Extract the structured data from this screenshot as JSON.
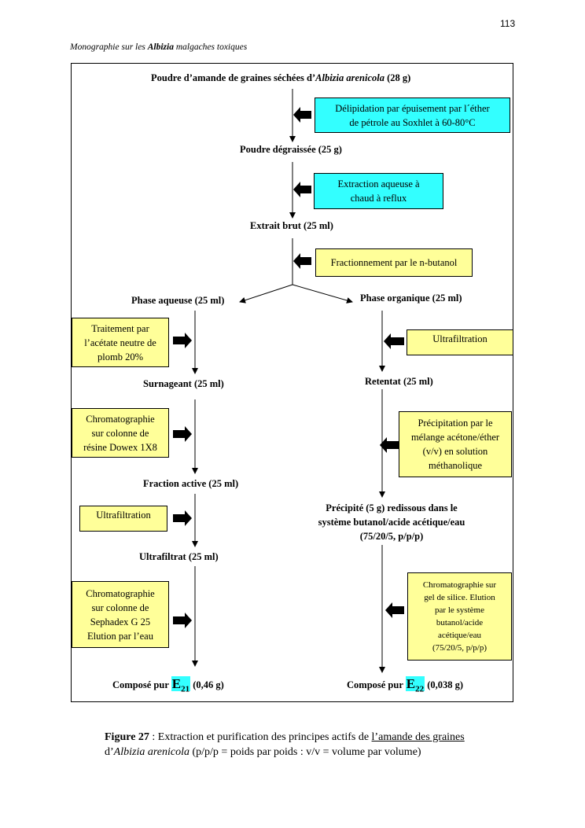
{
  "page": {
    "number": "113",
    "running_head_prefix": "Monographie sur les ",
    "running_head_genus": "Albizia",
    "running_head_suffix": " malgaches toxiques"
  },
  "nodes": {
    "start_prefix": "Poudre d’amande de graines séchées d’",
    "start_species": "Albizia arenicola",
    "start_suffix": " (28 g)",
    "degreased": "Poudre dégraissée (25 g)",
    "crude_extract": "Extrait brut (25 ml)",
    "aqueous_phase": "Phase aqueuse (25 ml)",
    "organic_phase": "Phase organique (25 ml)",
    "supernatant": "Surnageant (25 ml)",
    "retentate": "Retentat (25 ml)",
    "active_fraction": "Fraction active (25 ml)",
    "precipitate_line1": "Précipité (5 g) redissous dans le",
    "precipitate_line2": "système butanol/acide acétique/eau",
    "precipitate_line3": "(75/20/5, p/p/p)",
    "ultrafiltrate": "Ultrafiltrat (25 ml)",
    "final_left_prefix": "Composé pur ",
    "final_left_code": "E",
    "final_left_sub": "21",
    "final_left_suffix": " (0,46 g)",
    "final_right_prefix": "Composé pur ",
    "final_right_code": "E",
    "final_right_sub": "22",
    "final_right_suffix": " (0,038 g)"
  },
  "steps": {
    "delipidation_line1": "Délipidation par épuisement par l´éther",
    "delipidation_line2": "de pétrole au Soxhlet à 60-80°C",
    "extraction_line1": "Extraction aqueuse à",
    "extraction_line2": "chaud à reflux",
    "fractionation": "Fractionnement par le n-butanol",
    "lead_line1": "Traitement par",
    "lead_line2": "l’acétate neutre de",
    "lead_line3": "plomb 20%",
    "ultrafiltration_right": "Ultrafiltration",
    "dowex_line1": "Chromatographie",
    "dowex_line2": "sur colonne de",
    "dowex_line3": "résine Dowex 1X8",
    "precipitation_line1": "Précipitation par le",
    "precipitation_line2": "mélange acétone/éther",
    "precipitation_line3": "(v/v) en solution",
    "precipitation_line4": "méthanolique",
    "ultrafiltration_left": "Ultrafiltration",
    "sephadex_line1": "Chromatographie",
    "sephadex_line2": "sur colonne de",
    "sephadex_line3": "Sephadex G 25",
    "sephadex_line4": "Elution par l’eau",
    "silica_line1": "Chromatographie sur",
    "silica_line2": "gel de silice. Elution",
    "silica_line3": "par le système",
    "silica_line4": "butanol/acide",
    "silica_line5": "acétique/eau",
    "silica_line6": "(75/20/5, p/p/p)"
  },
  "colors": {
    "cyan": "#33ffff",
    "yellow": "#ffff99"
  },
  "caption": {
    "label": "Figure 27",
    "sep": " : ",
    "text_before": "Extraction et purification des principes actifs de ",
    "underlined": "l’amande des graines",
    "text_line2_prefix": "d’",
    "species": "Albizia arenicola",
    "text_after": " (p/p/p = poids par poids : v/v = volume par volume)"
  }
}
